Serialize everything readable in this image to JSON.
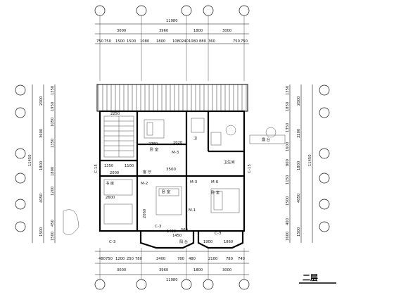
{
  "drawing": {
    "title": "二层",
    "top_total": "11980",
    "bottom_total": "11980",
    "left_total": "11450",
    "right_total": "11450",
    "top_row1": [
      "3000",
      "3960",
      "1800",
      "3000"
    ],
    "top_row2": [
      "750",
      "750",
      "1500",
      "1500",
      "1080",
      "1800",
      "1080",
      "240",
      "1080",
      "880",
      "360",
      "750",
      "750"
    ],
    "bottom_row1": [
      "480",
      "750",
      "1200",
      "250",
      "780",
      "2400",
      "780",
      "480",
      "2100",
      "780",
      "740"
    ],
    "bottom_row2": [
      "3000",
      "3960",
      "1800",
      "3000"
    ],
    "left_dims": [
      "2000",
      "3600",
      "1800",
      "4050",
      "1500"
    ],
    "left_inner": [
      "1350",
      "1950",
      "1050",
      "1350",
      "1800",
      "1200",
      "450",
      "1500"
    ],
    "right_dims": [
      "2000",
      "3200",
      "1800",
      "4050",
      "1500"
    ],
    "right_inner": [
      "1350",
      "1850",
      "1350",
      "1600",
      "800",
      "1150",
      "1500",
      "400",
      "1600"
    ],
    "room_dims": [
      "2780",
      "1020",
      "3500",
      "2000",
      "2060",
      "2250",
      "2600",
      "1450",
      "1350",
      "1100",
      "1900",
      "560",
      "1860",
      "1450"
    ],
    "labels": [
      "C-15",
      "C-15",
      "M-3",
      "M-6",
      "C-3",
      "C-3",
      "C-3",
      "M-2",
      "M-3",
      "M-1"
    ],
    "room_tags": [
      "卧 室",
      "卧 室",
      "卧 室",
      "卫生间",
      "书 房",
      "客 厅",
      "卫 ",
      "阳 台",
      "露 台"
    ]
  }
}
